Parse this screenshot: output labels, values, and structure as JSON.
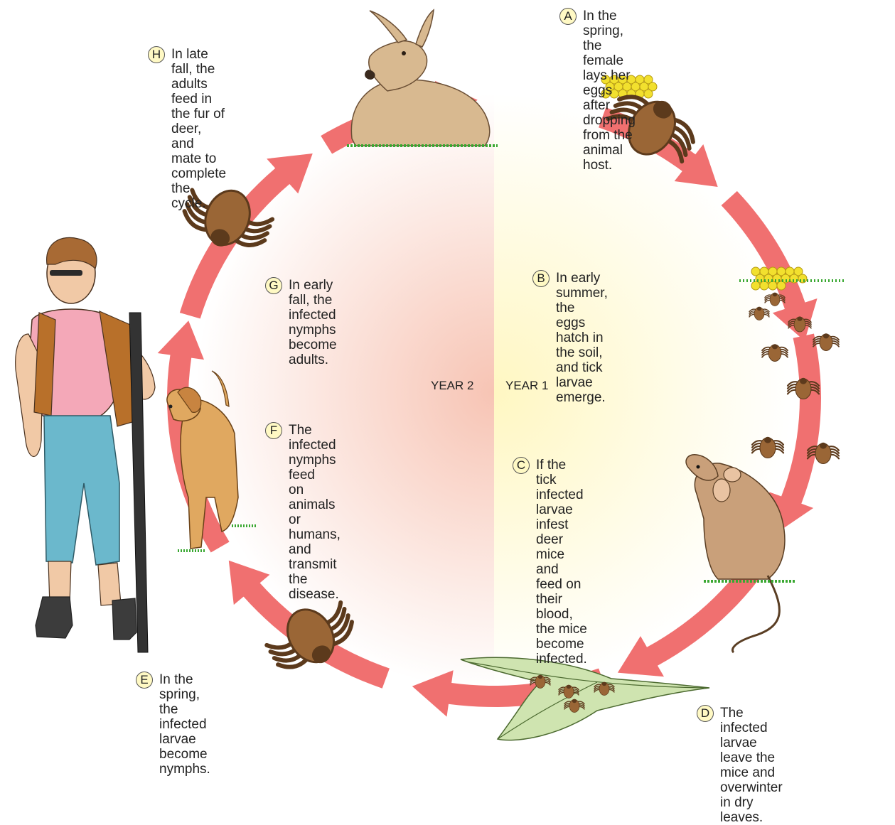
{
  "year_labels": {
    "left": "YEAR 2",
    "right": "YEAR 1"
  },
  "steps": [
    {
      "letter": "A",
      "text": "In the spring, the female\nlays her eggs after dropping\nfrom the animal host."
    },
    {
      "letter": "B",
      "text": "In early summer, the\neggs hatch in the soil,\nand tick larvae emerge."
    },
    {
      "letter": "C",
      "text": "If the tick infected\nlarvae infest deer\nmice and feed on\ntheir blood, the mice\nbecome infected."
    },
    {
      "letter": "D",
      "text": "The infected larvae\nleave the mice and\noverwinter in dry leaves."
    },
    {
      "letter": "E",
      "text": "In the spring, the\ninfected larvae\nbecome nymphs."
    },
    {
      "letter": "F",
      "text": "The infected\nnymphs feed\non animals or\nhumans, and\ntransmit the\ndisease."
    },
    {
      "letter": "G",
      "text": "In early fall, the infected\nnymphs become adults."
    },
    {
      "letter": "H",
      "text": "In late fall, the adults\nfeed in the fur of deer,\nand mate to complete\nthe cycle."
    }
  ],
  "colors": {
    "arrow": "#f07070",
    "year1_fill": "#fff7c2",
    "year2_fill": "#f7c4b4",
    "badge_fill": "#fff9c4",
    "tick_body": "#9a6636",
    "tick_dark": "#5c3a1c",
    "egg": "#f2e02e",
    "grass": "#3aa832"
  }
}
